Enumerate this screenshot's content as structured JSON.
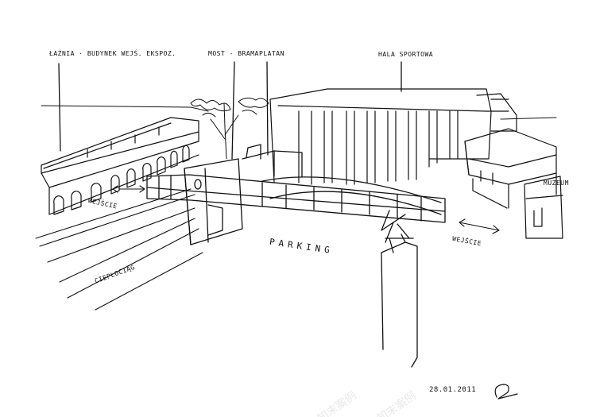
{
  "labels": {
    "laznia": "ŁAŹNIA · BUDYNEK WEJŚ. EKSPOZ.",
    "most": "MOST - BRAMA",
    "platan": "PLATAN",
    "hala": "HALA SPORTOWA",
    "muzeum": "MUZEUM",
    "wejscie_left": "WEJŚCIE",
    "wejscie_right": "WEJŚCIE",
    "parking": "PARKING",
    "cieplociag": "CIEPŁOCIĄG"
  },
  "footer": {
    "date": "28.01.2011",
    "watermark_a": "知末案例",
    "watermark_b": "知末案例"
  },
  "colors": {
    "ink": "#111111",
    "paper": "#ffffff",
    "watermark": "#e9e9e9"
  }
}
